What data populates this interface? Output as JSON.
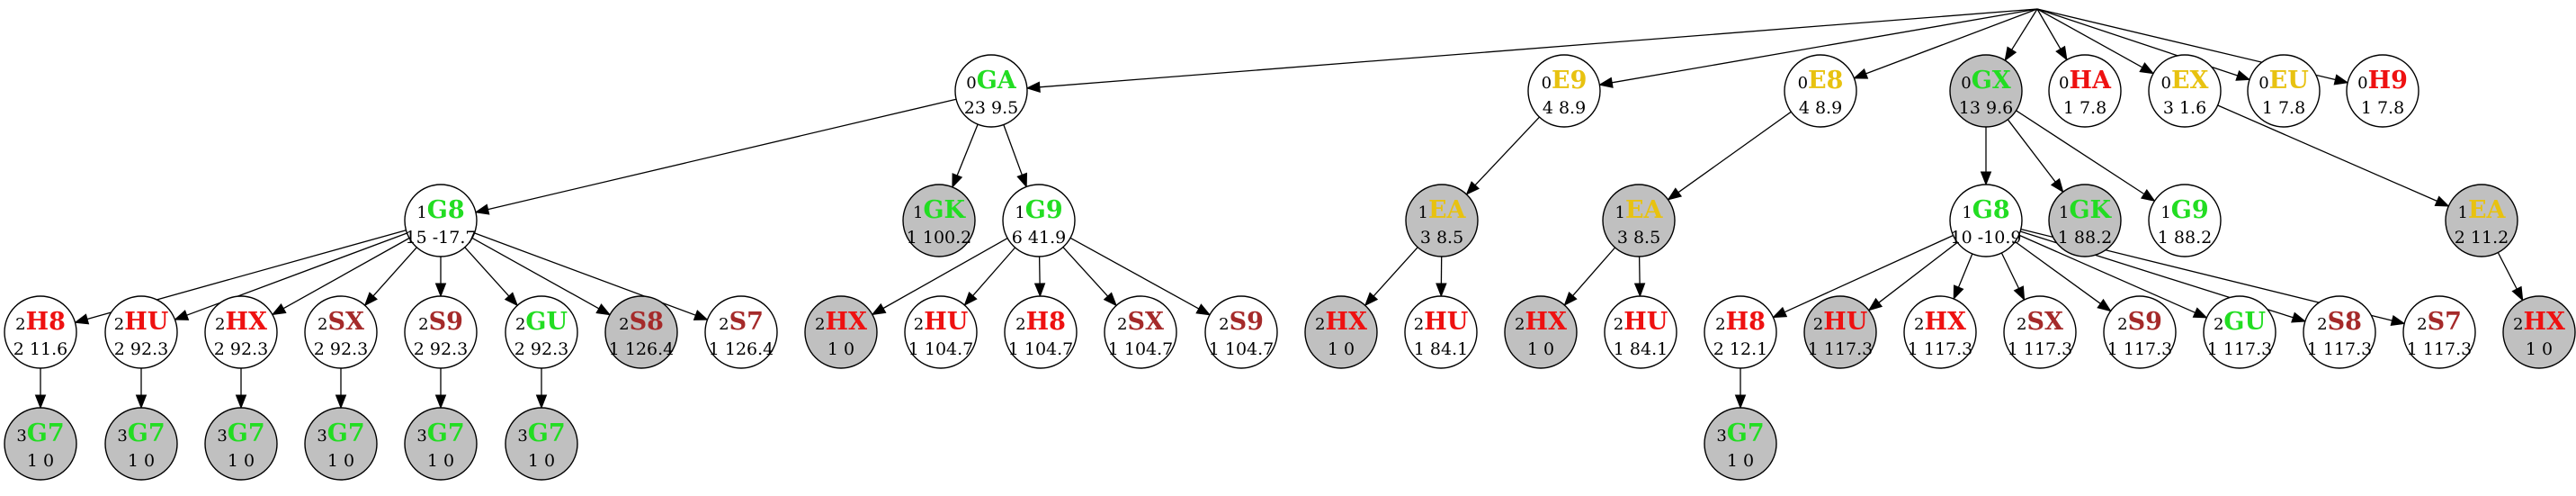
{
  "colors": {
    "green": "#22dd22",
    "gold": "#e8c210",
    "red": "#ee1111",
    "brown": "#a52a2a",
    "filled": "#c0c0c0",
    "empty": "#ffffff"
  },
  "nodes": [
    {
      "id": "root",
      "depth": "",
      "move": "",
      "color": "",
      "stats": "",
      "filled": false
    },
    {
      "id": "ga",
      "depth": "0",
      "move": "GA",
      "color": "green",
      "stats": "23 9.5",
      "filled": false
    },
    {
      "id": "e9",
      "depth": "0",
      "move": "E9",
      "color": "gold",
      "stats": "4 8.9",
      "filled": false
    },
    {
      "id": "e8",
      "depth": "0",
      "move": "E8",
      "color": "gold",
      "stats": "4 8.9",
      "filled": false
    },
    {
      "id": "gx",
      "depth": "0",
      "move": "GX",
      "color": "green",
      "stats": "13 9.6",
      "filled": true
    },
    {
      "id": "ha",
      "depth": "0",
      "move": "HA",
      "color": "red",
      "stats": "1 7.8",
      "filled": false
    },
    {
      "id": "ex",
      "depth": "0",
      "move": "EX",
      "color": "gold",
      "stats": "3 1.6",
      "filled": false
    },
    {
      "id": "eu",
      "depth": "0",
      "move": "EU",
      "color": "gold",
      "stats": "1 7.8",
      "filled": false
    },
    {
      "id": "h9",
      "depth": "0",
      "move": "H9",
      "color": "red",
      "stats": "1 7.8",
      "filled": false
    },
    {
      "id": "g8a",
      "depth": "1",
      "move": "G8",
      "color": "green",
      "stats": "15 -17.7",
      "filled": false
    },
    {
      "id": "gka",
      "depth": "1",
      "move": "GK",
      "color": "green",
      "stats": "1 100.2",
      "filled": true
    },
    {
      "id": "g9a",
      "depth": "1",
      "move": "G9",
      "color": "green",
      "stats": "6 41.9",
      "filled": false
    },
    {
      "id": "eaa",
      "depth": "1",
      "move": "EA",
      "color": "gold",
      "stats": "3 8.5",
      "filled": true
    },
    {
      "id": "eab",
      "depth": "1",
      "move": "EA",
      "color": "gold",
      "stats": "3 8.5",
      "filled": true
    },
    {
      "id": "g8b",
      "depth": "1",
      "move": "G8",
      "color": "green",
      "stats": "10 -10.9",
      "filled": false
    },
    {
      "id": "gkb",
      "depth": "1",
      "move": "GK",
      "color": "green",
      "stats": "1 88.2",
      "filled": true
    },
    {
      "id": "g9b",
      "depth": "1",
      "move": "G9",
      "color": "green",
      "stats": "1 88.2",
      "filled": false
    },
    {
      "id": "eac",
      "depth": "1",
      "move": "EA",
      "color": "gold",
      "stats": "2 11.2",
      "filled": true
    },
    {
      "id": "h8a",
      "depth": "2",
      "move": "H8",
      "color": "red",
      "stats": "2 11.6",
      "filled": false
    },
    {
      "id": "hua",
      "depth": "2",
      "move": "HU",
      "color": "red",
      "stats": "2 92.3",
      "filled": false
    },
    {
      "id": "hxa",
      "depth": "2",
      "move": "HX",
      "color": "red",
      "stats": "2 92.3",
      "filled": false
    },
    {
      "id": "sxa",
      "depth": "2",
      "move": "SX",
      "color": "brown",
      "stats": "2 92.3",
      "filled": false
    },
    {
      "id": "s9a",
      "depth": "2",
      "move": "S9",
      "color": "brown",
      "stats": "2 92.3",
      "filled": false
    },
    {
      "id": "gua",
      "depth": "2",
      "move": "GU",
      "color": "green",
      "stats": "2 92.3",
      "filled": false
    },
    {
      "id": "s8a",
      "depth": "2",
      "move": "S8",
      "color": "brown",
      "stats": "1 126.4",
      "filled": true
    },
    {
      "id": "s7a",
      "depth": "2",
      "move": "S7",
      "color": "brown",
      "stats": "1 126.4",
      "filled": false
    },
    {
      "id": "hxb",
      "depth": "2",
      "move": "HX",
      "color": "red",
      "stats": "1 0",
      "filled": true
    },
    {
      "id": "hub",
      "depth": "2",
      "move": "HU",
      "color": "red",
      "stats": "1 104.7",
      "filled": false
    },
    {
      "id": "h8b",
      "depth": "2",
      "move": "H8",
      "color": "red",
      "stats": "1 104.7",
      "filled": false
    },
    {
      "id": "sxb",
      "depth": "2",
      "move": "SX",
      "color": "brown",
      "stats": "1 104.7",
      "filled": false
    },
    {
      "id": "s9b",
      "depth": "2",
      "move": "S9",
      "color": "brown",
      "stats": "1 104.7",
      "filled": false
    },
    {
      "id": "hxc",
      "depth": "2",
      "move": "HX",
      "color": "red",
      "stats": "1 0",
      "filled": true
    },
    {
      "id": "huc",
      "depth": "2",
      "move": "HU",
      "color": "red",
      "stats": "1 84.1",
      "filled": false
    },
    {
      "id": "hxd",
      "depth": "2",
      "move": "HX",
      "color": "red",
      "stats": "1 0",
      "filled": true
    },
    {
      "id": "hud",
      "depth": "2",
      "move": "HU",
      "color": "red",
      "stats": "1 84.1",
      "filled": false
    },
    {
      "id": "h8c",
      "depth": "2",
      "move": "H8",
      "color": "red",
      "stats": "2 12.1",
      "filled": false
    },
    {
      "id": "hue",
      "depth": "2",
      "move": "HU",
      "color": "red",
      "stats": "1 117.3",
      "filled": true
    },
    {
      "id": "hxe",
      "depth": "2",
      "move": "HX",
      "color": "red",
      "stats": "1 117.3",
      "filled": false
    },
    {
      "id": "sxe",
      "depth": "2",
      "move": "SX",
      "color": "brown",
      "stats": "1 117.3",
      "filled": false
    },
    {
      "id": "s9e",
      "depth": "2",
      "move": "S9",
      "color": "brown",
      "stats": "1 117.3",
      "filled": false
    },
    {
      "id": "gue",
      "depth": "2",
      "move": "GU",
      "color": "green",
      "stats": "1 117.3",
      "filled": false
    },
    {
      "id": "s8e",
      "depth": "2",
      "move": "S8",
      "color": "brown",
      "stats": "1 117.3",
      "filled": false
    },
    {
      "id": "s7e",
      "depth": "2",
      "move": "S7",
      "color": "brown",
      "stats": "1 117.3",
      "filled": false
    },
    {
      "id": "hxf",
      "depth": "2",
      "move": "HX",
      "color": "red",
      "stats": "1 0",
      "filled": true
    },
    {
      "id": "g7a",
      "depth": "3",
      "move": "G7",
      "color": "green",
      "stats": "1 0",
      "filled": true
    },
    {
      "id": "g7b",
      "depth": "3",
      "move": "G7",
      "color": "green",
      "stats": "1 0",
      "filled": true
    },
    {
      "id": "g7c",
      "depth": "3",
      "move": "G7",
      "color": "green",
      "stats": "1 0",
      "filled": true
    },
    {
      "id": "g7d",
      "depth": "3",
      "move": "G7",
      "color": "green",
      "stats": "1 0",
      "filled": true
    },
    {
      "id": "g7e",
      "depth": "3",
      "move": "G7",
      "color": "green",
      "stats": "1 0",
      "filled": true
    },
    {
      "id": "g7f",
      "depth": "3",
      "move": "G7",
      "color": "green",
      "stats": "1 0",
      "filled": true
    },
    {
      "id": "g7g",
      "depth": "3",
      "move": "G7",
      "color": "green",
      "stats": "1 0",
      "filled": true
    }
  ],
  "edges": [
    [
      "root",
      "ga"
    ],
    [
      "root",
      "e9"
    ],
    [
      "root",
      "e8"
    ],
    [
      "root",
      "gx"
    ],
    [
      "root",
      "ha"
    ],
    [
      "root",
      "ex"
    ],
    [
      "root",
      "eu"
    ],
    [
      "root",
      "h9"
    ],
    [
      "ga",
      "g8a"
    ],
    [
      "ga",
      "gka"
    ],
    [
      "ga",
      "g9a"
    ],
    [
      "e9",
      "eaa"
    ],
    [
      "e8",
      "eab"
    ],
    [
      "gx",
      "g8b"
    ],
    [
      "gx",
      "gkb"
    ],
    [
      "gx",
      "g9b"
    ],
    [
      "ex",
      "eac"
    ],
    [
      "g8a",
      "h8a"
    ],
    [
      "g8a",
      "hua"
    ],
    [
      "g8a",
      "hxa"
    ],
    [
      "g8a",
      "sxa"
    ],
    [
      "g8a",
      "s9a"
    ],
    [
      "g8a",
      "gua"
    ],
    [
      "g8a",
      "s8a"
    ],
    [
      "g8a",
      "s7a"
    ],
    [
      "g9a",
      "hxb"
    ],
    [
      "g9a",
      "hub"
    ],
    [
      "g9a",
      "h8b"
    ],
    [
      "g9a",
      "sxb"
    ],
    [
      "g9a",
      "s9b"
    ],
    [
      "eaa",
      "hxc"
    ],
    [
      "eaa",
      "huc"
    ],
    [
      "eab",
      "hxd"
    ],
    [
      "eab",
      "hud"
    ],
    [
      "g8b",
      "h8c"
    ],
    [
      "g8b",
      "hue"
    ],
    [
      "g8b",
      "hxe"
    ],
    [
      "g8b",
      "sxe"
    ],
    [
      "g8b",
      "s9e"
    ],
    [
      "g8b",
      "gue"
    ],
    [
      "g8b",
      "s8e"
    ],
    [
      "g8b",
      "s7e"
    ],
    [
      "eac",
      "hxf"
    ],
    [
      "h8a",
      "g7a"
    ],
    [
      "hua",
      "g7b"
    ],
    [
      "hxa",
      "g7c"
    ],
    [
      "sxa",
      "g7d"
    ],
    [
      "s9a",
      "g7e"
    ],
    [
      "gua",
      "g7f"
    ],
    [
      "h8c",
      "g7g"
    ]
  ]
}
